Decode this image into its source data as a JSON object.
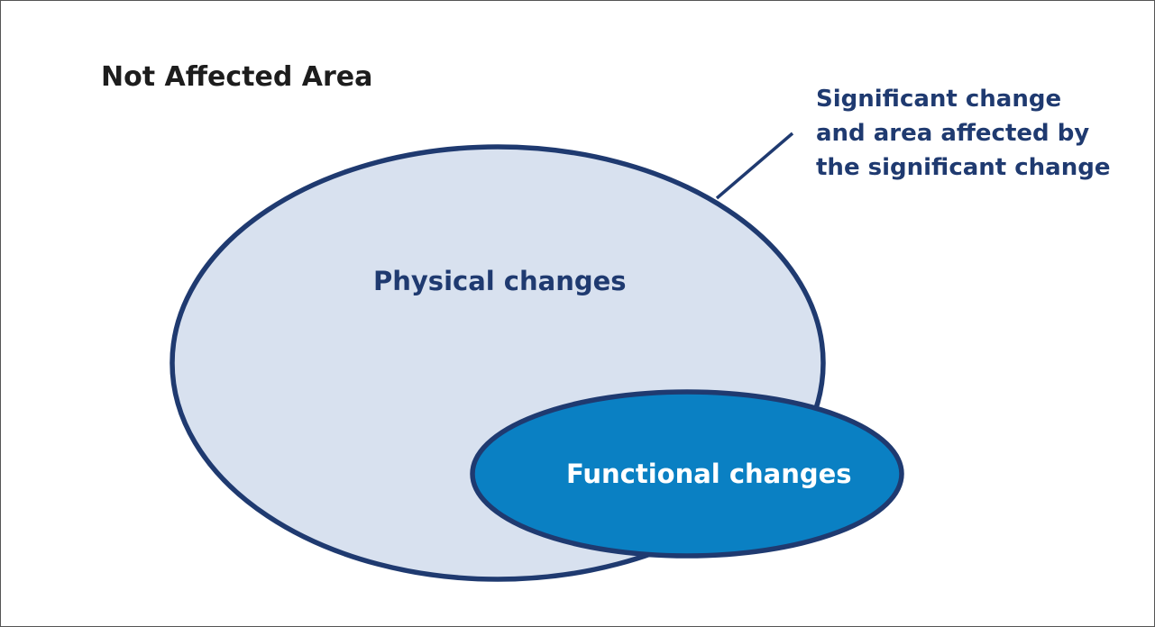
{
  "diagram": {
    "outer_label": "Not Affected Area",
    "callout_lines": [
      "Significant change",
      "and area affected by",
      "the significant change"
    ],
    "physical_label": "Physical changes",
    "functional_label": "Functional changes"
  },
  "colors": {
    "frame_border": "#555555",
    "outline_dark_blue": "#1f3a70",
    "physical_fill": "#d8e1ef",
    "functional_fill": "#0a80c3",
    "outer_text": "#1d1d1d",
    "functional_text": "#ffffff"
  }
}
